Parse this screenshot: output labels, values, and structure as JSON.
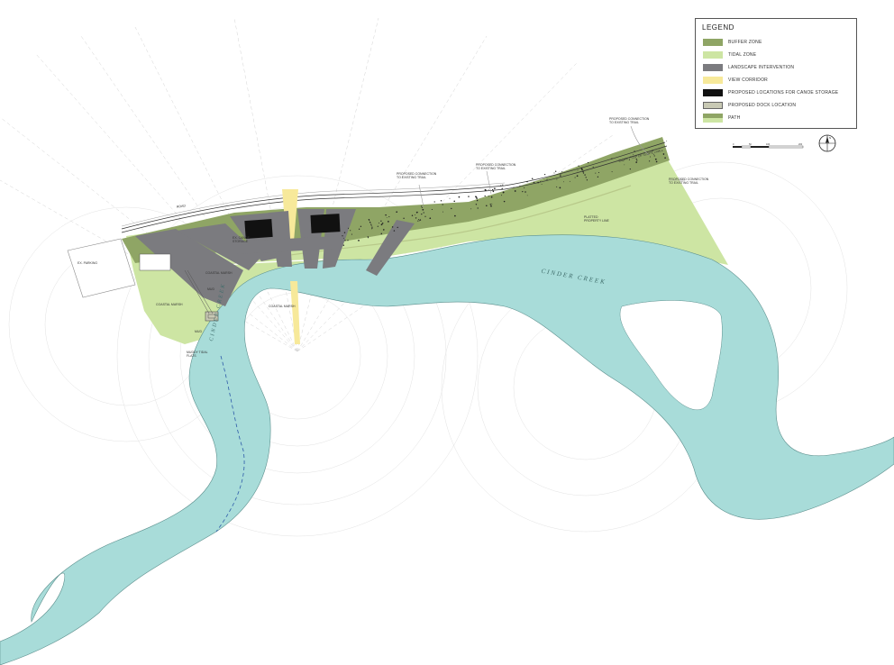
{
  "legend": {
    "title": "LEGEND",
    "items": [
      {
        "label": "BUFFER ZONE",
        "color": "#8fa565"
      },
      {
        "label": "TIDAL ZONE",
        "color": "#cde5a3"
      },
      {
        "label": "LANDSCAPE INTERVENTION",
        "color": "#7b7b7f"
      },
      {
        "label": "VIEW CORRIDOR",
        "color": "#f7e99a"
      },
      {
        "label": "PROPOSED LOCATIONS FOR CANOE STORAGE",
        "color": "#111111"
      },
      {
        "label": "PROPOSED DOCK LOCATION",
        "color": "#c8c9b4"
      },
      {
        "label": "PATH",
        "color_top": "#8fa565",
        "color_bottom": "#cde5a3"
      }
    ]
  },
  "scale": {
    "ticks": [
      "0",
      "50",
      "100",
      "200"
    ]
  },
  "north_label": "N",
  "map_labels": {
    "creek_east": "CINDER CREEK",
    "creek_west": "CINDER CREEK",
    "trail_1": "PROPOSED CONNECTION TO EXISTING TRAIL",
    "trail_2": "PROPOSED CONNECTION TO EXISTING TRAIL",
    "trail_3": "PROPOSED CONNECTION TO EXISTING TRAIL",
    "trail_4": "PROPOSED CONNECTION TO EXISTING TRAIL",
    "road": "ROAD",
    "parking": "EX. PARKING",
    "canoe_storage": "EX. CANOE STORAGE",
    "coastal_marsh_1": "COASTAL MARSH",
    "coastal_marsh_2": "COASTAL MARSH",
    "coastal_marsh_3": "COASTAL MARSH",
    "mud_1": "MUD",
    "mud_2": "MUD",
    "mudflats": "MUDDY TIDAL FLATS",
    "property_line": "PLATTED PROPERTY LINE",
    "bluff_line": "BLUFF / TOP OF SLOPE LINE"
  },
  "colors": {
    "water": "#a8dcd9",
    "water_stroke": "#5c8f8d",
    "buffer": "#8fa565",
    "tidal": "#cde5a3",
    "intervention": "#7b7b7f",
    "view": "#f7e99a",
    "storage": "#111111",
    "dock": "#c8c9b4"
  }
}
